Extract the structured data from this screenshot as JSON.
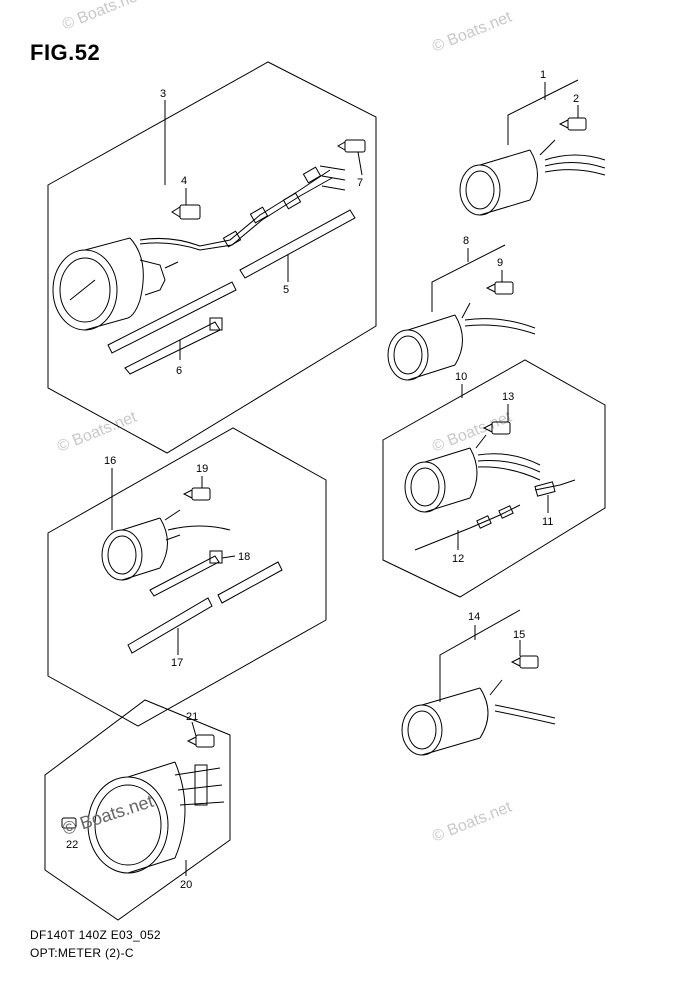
{
  "figure": {
    "title": "FIG.52",
    "model_code": "DF140T 140Z E03_052",
    "section": "OPT:METER (2)-C"
  },
  "watermark": {
    "text": "© Boats.net",
    "corner_text": "© Boats.net"
  },
  "callouts": [
    "1",
    "2",
    "3",
    "4",
    "5",
    "6",
    "7",
    "8",
    "9",
    "10",
    "11",
    "12",
    "13",
    "14",
    "15",
    "16",
    "17",
    "18",
    "19",
    "20",
    "21",
    "22"
  ],
  "icons": {
    "gauge": "gauge-icon",
    "bulb": "bulb-socket-icon",
    "hose": "hose-icon",
    "tie": "cable-tie-icon",
    "harness": "wiring-harness-icon"
  }
}
